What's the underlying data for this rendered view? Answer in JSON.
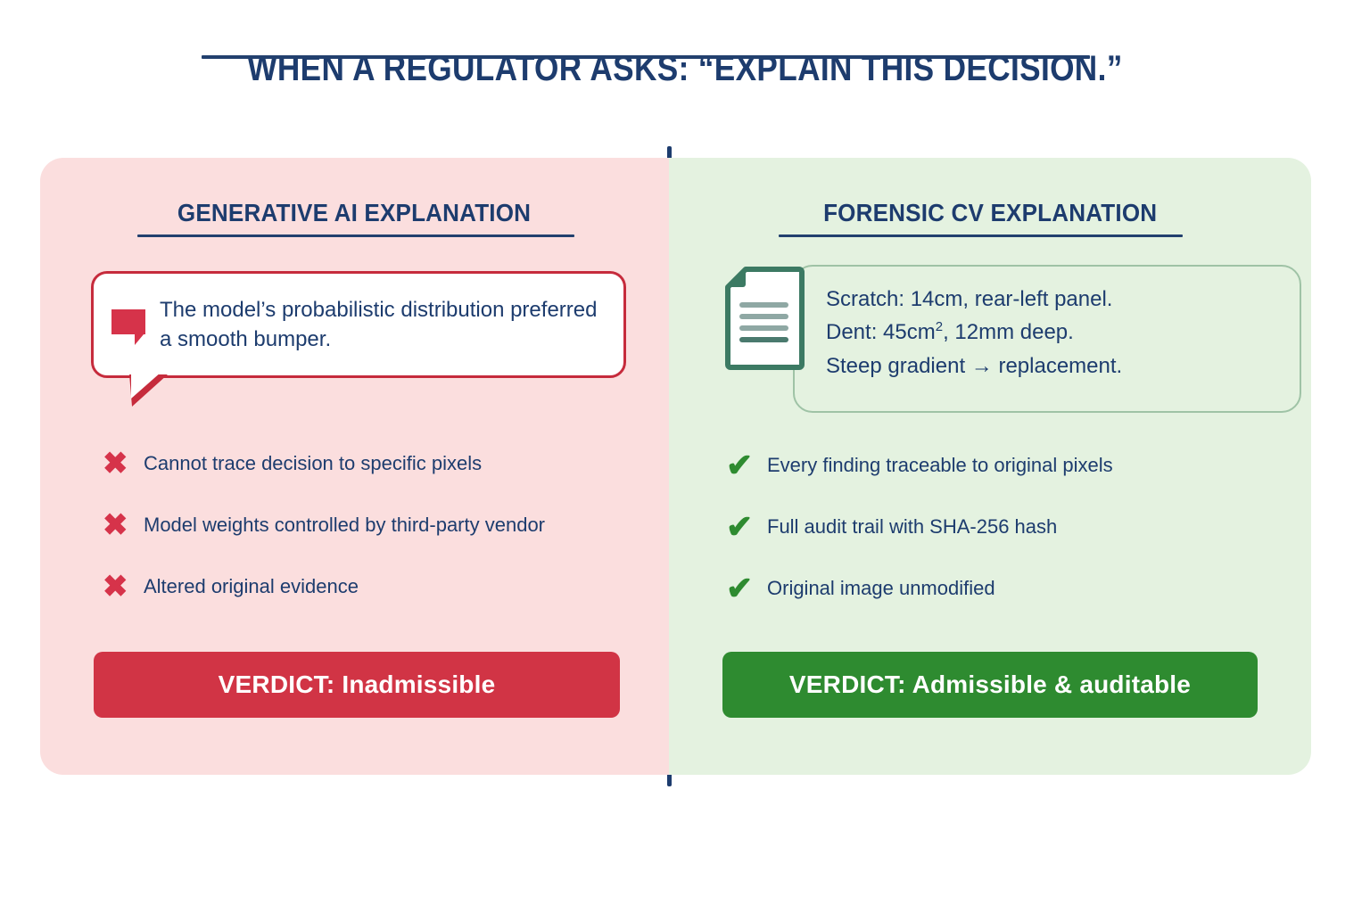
{
  "title": {
    "text": "WHEN A REGULATOR ASKS: “EXPLAIN THIS DECISION.”"
  },
  "colors": {
    "navy": "#1d3c6e",
    "red": "#D6334A",
    "red_bar": "#D13445",
    "green": "#2E8B30",
    "panel_left_bg": "#FBDEDE",
    "panel_right_bg": "#E4F2E0",
    "card_border_green": "#9FC3A6",
    "bubble_border_red": "#C62B3C"
  },
  "left_panel": {
    "heading": "GENERATIVE AI EXPLANATION",
    "quote_icon": "chat-bubble-icon",
    "quote": "The model’s probabilistic distribution preferred a smooth bumper.",
    "bullets": [
      {
        "mark": "✖",
        "mark_name": "x-mark-icon",
        "text": "Cannot trace decision to specific pixels"
      },
      {
        "mark": "✖",
        "mark_name": "x-mark-icon",
        "text": "Model weights controlled by third-party vendor"
      },
      {
        "mark": "✖",
        "mark_name": "x-mark-icon",
        "text": "Altered original evidence"
      }
    ],
    "verdict": "VERDICT: Inadmissible"
  },
  "right_panel": {
    "heading": "FORENSIC CV EXPLANATION",
    "doc_icon": "document-icon",
    "evidence_lines": [
      {
        "prefix": "Scratch: 14cm, rear-left panel.",
        "sup": "",
        "suffix": ""
      },
      {
        "prefix": "Dent: 45cm",
        "sup": "2",
        "suffix": ", 12mm deep."
      },
      {
        "prefix": "Steep gradient → replacement.",
        "sup": "",
        "suffix": ""
      }
    ],
    "bullets": [
      {
        "mark": "✔",
        "mark_name": "check-mark-icon",
        "text": "Every finding traceable to original pixels"
      },
      {
        "mark": "✔",
        "mark_name": "check-mark-icon",
        "text": "Full audit trail with SHA-256 hash"
      },
      {
        "mark": "✔",
        "mark_name": "check-mark-icon",
        "text": "Original image unmodified"
      }
    ],
    "verdict": "VERDICT: Admissible & auditable"
  }
}
